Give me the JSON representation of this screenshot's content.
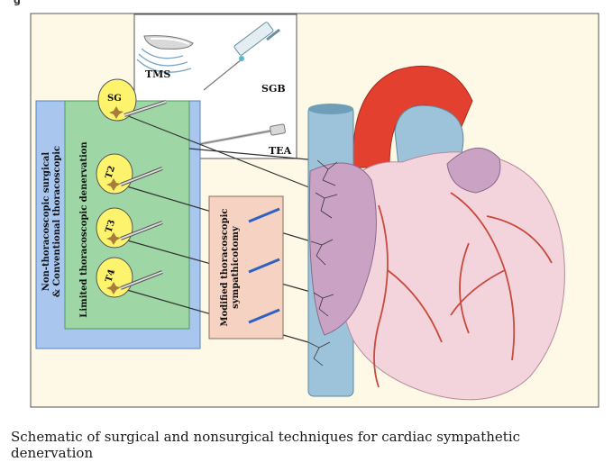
{
  "figure": {
    "corner_label": "g",
    "labels": {
      "sg": "SG",
      "t2": "T2",
      "t3": "T3",
      "t4": "T4",
      "tms": "TMS",
      "sgb": "SGB",
      "tea": "TEA",
      "outer_box_line1": "Non-thoracoscopic surgical",
      "outer_box_line2": "& Conventional thoracoscopic",
      "inner_box": "Limited thoracoscopic denervation",
      "modified_line1": "Modified thoracoscopic",
      "modified_line2": "sympathicotomy"
    },
    "colors": {
      "background": "#fdf9e6",
      "outer_box": "#a8c6ee",
      "inner_box": "#9ed6a6",
      "ganglion": "#fef36c",
      "modified_box": "#f5d2c2",
      "heart_body": "#f3d4dc",
      "atrium": "#c9a2c4",
      "aorta": "#e3402f",
      "vessel_blue": "#9cc3d9",
      "coronary": "#c84a3c"
    }
  },
  "caption": "Schematic of surgical and nonsurgical techniques for cardiac sympathetic denervation"
}
